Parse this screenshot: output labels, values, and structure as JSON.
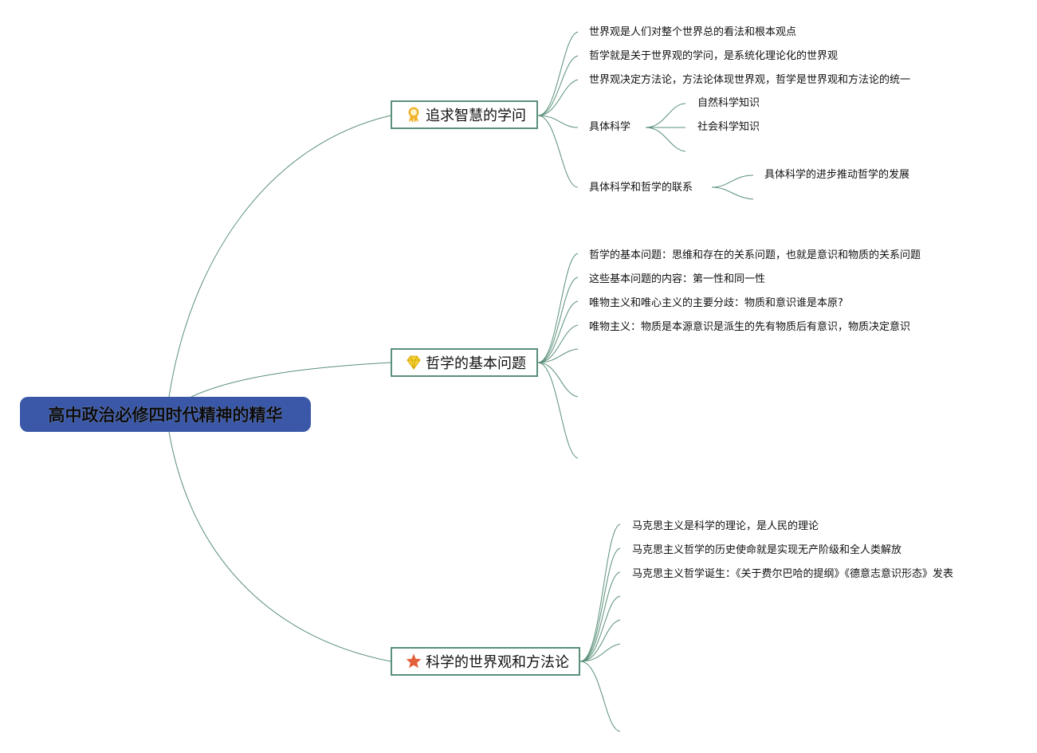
{
  "root": {
    "title": "高中政治必修四时代精神的精华"
  },
  "branches": [
    {
      "label": "追求智慧的学问",
      "icon": "ribbon-medal-icon",
      "items": [
        "世界观是人们对整个世界总的看法和根本观点",
        "哲学就是关于世界观的学问，是系统化理论化的世界观",
        "世界观决定方法论，方法论体现世界观，哲学是世界观和方法论的统一",
        "具体科学",
        "具体科学和哲学的联系"
      ],
      "sub_science": [
        "自然科学知识",
        "社会科学知识"
      ],
      "sub_relation": [
        "具体科学的进步推动哲学的发展"
      ]
    },
    {
      "label": "哲学的基本问题",
      "icon": "diamond-icon",
      "items": [
        "哲学的基本问题：思维和存在的关系问题，也就是意识和物质的关系问题",
        "这些基本问题的内容：第一性和同一性",
        "唯物主义和唯心主义的主要分歧：物质和意识谁是本原?",
        "唯物主义：物质是本源意识是派生的先有物质后有意识，物质决定意识"
      ]
    },
    {
      "label": "科学的世界观和方法论",
      "icon": "star-icon",
      "items": [
        "马克思主义是科学的理论，是人民的理论",
        "马克思主义哲学的历史使命就是实现无产阶级和全人类解放",
        "马克思主义哲学诞生：《关于费尔巴哈的提纲》《德意志意识形态》发表"
      ]
    }
  ],
  "colors": {
    "root_fill": "#3b58a8",
    "line": "#5a9079",
    "star": "#e2603a",
    "medal": "#f1b32b",
    "diamond": "#f5d33a"
  }
}
